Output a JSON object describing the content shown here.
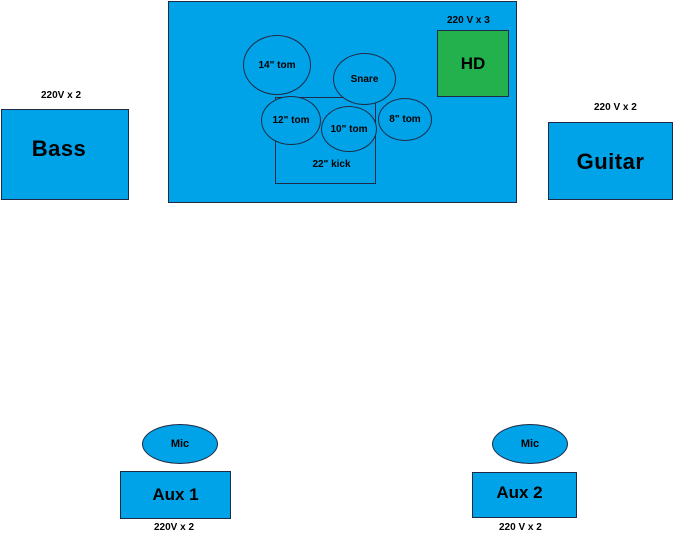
{
  "colors": {
    "stage_fill": "#00a2e8",
    "hd_fill": "#22b14c",
    "outline": "#1f2a44"
  },
  "drum_riser": {
    "power": "220 V x 3",
    "hd_label": "HD",
    "kick_label": "22\" kick",
    "drums": {
      "tom14": "14\" tom",
      "snare": "Snare",
      "tom12": "12\" tom",
      "tom10": "10\" tom",
      "tom8": "8\" tom"
    }
  },
  "bass": {
    "label": "Bass",
    "power": "220V x 2"
  },
  "guitar": {
    "label": "Guitar",
    "power": "220 V x 2"
  },
  "aux1": {
    "label": "Aux 1",
    "mic": "Mic",
    "power": "220V x 2"
  },
  "aux2": {
    "label": "Aux 2",
    "mic": "Mic",
    "power": "220 V x 2"
  }
}
